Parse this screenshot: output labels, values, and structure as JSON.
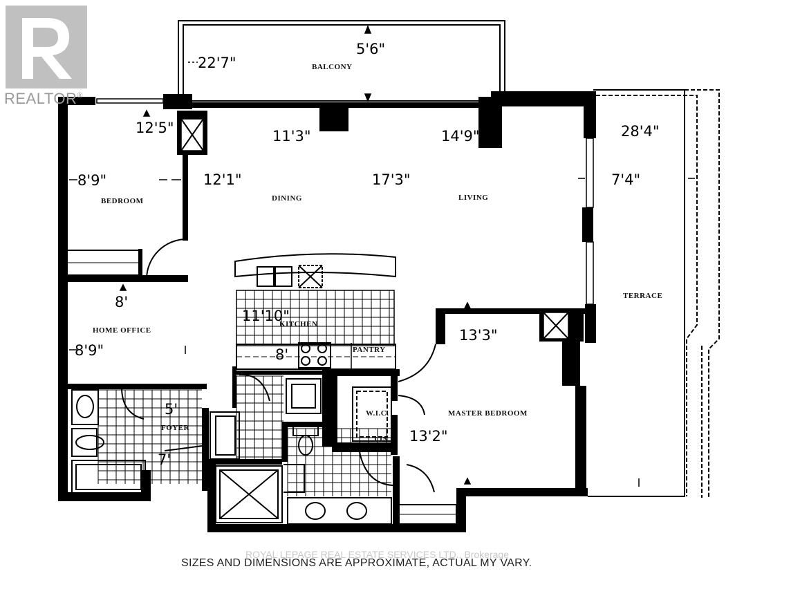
{
  "watermark": {
    "brand": "REALTOR",
    "mark": "®",
    "logo": "R"
  },
  "rooms": {
    "balcony": "BALCONY",
    "bedroom": "BEDROOM",
    "dining": "DINING",
    "living": "LIVING",
    "terrace": "TERRACE",
    "home_office": "HOME OFFICE",
    "kitchen": "KITCHEN",
    "pantry": "PANTRY",
    "master_bedroom": "MASTER BEDROOM",
    "wic": "W.I.C.",
    "lin": "LIN.",
    "foyer": "FOYER"
  },
  "dimensions": {
    "balcony_width": "22'7\"",
    "balcony_depth": "5'6\"",
    "bedroom_top": "12'5\"",
    "dining_top": "11'3\"",
    "living_top": "14'9\"",
    "terrace_length": "28'4\"",
    "bedroom_width": "8'9\"",
    "dining_width": "12'1\"",
    "living_width": "17'3\"",
    "terrace_width": "7'4\"",
    "office_depth": "8'",
    "kitchen_depth": "11'10\"",
    "master_depth": "13'3\"",
    "office_width": "8'9\"",
    "kitchen_width": "8'",
    "foyer_width": "5'",
    "master_width": "13'2\"",
    "foyer_depth": "7'"
  },
  "footer": {
    "brokerage": "ROYAL LEPAGE REAL ESTATE SERVICES LTD., Brokerage",
    "disclaimer": "SIZES AND DIMENSIONS ARE APPROXIMATE, ACTUAL MY VARY."
  },
  "colors": {
    "ink": "#000000",
    "watermark": "#9a9a9a",
    "background": "#ffffff"
  }
}
